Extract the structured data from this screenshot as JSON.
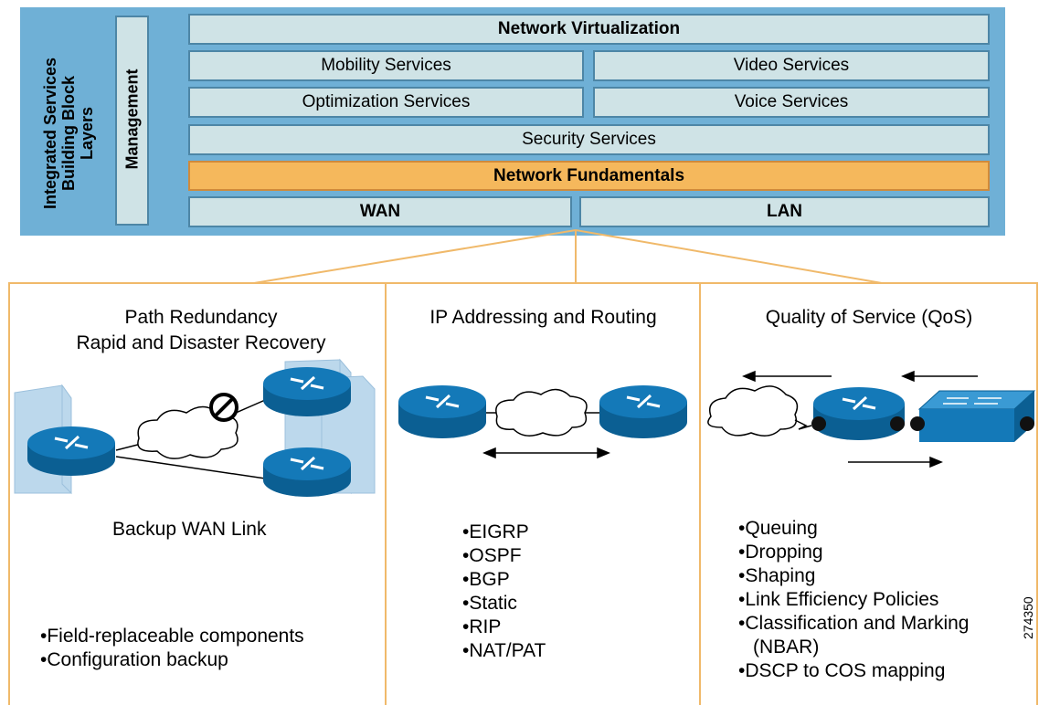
{
  "stack": {
    "side_title_lines": [
      "Integrated Services",
      "Building Block",
      "Layers"
    ],
    "management": "Management",
    "network_virtualization": "Network Virtualization",
    "mobility": "Mobility Services",
    "video": "Video Services",
    "optimization": "Optimization  Services",
    "voice": "Voice Services",
    "security": "Security Services",
    "fundamentals": "Network Fundamentals",
    "wan": "WAN",
    "lan": "LAN"
  },
  "panels": {
    "path": {
      "title_line1": "Path Redundancy",
      "title_line2": "Rapid and Disaster Recovery",
      "caption": "Backup WAN Link",
      "bullets": [
        "Field-replaceable components",
        "Configuration backup"
      ]
    },
    "ip": {
      "title": "IP Addressing and Routing",
      "bullets": [
        "EIGRP",
        "OSPF",
        "BGP",
        "Static",
        "RIP",
        "NAT/PAT"
      ]
    },
    "qos": {
      "title": "Quality of Service (QoS)",
      "bullets": [
        "Queuing",
        "Dropping",
        "Shaping",
        "Link Efficiency Policies",
        "Classification and Marking"
      ],
      "bullet_continuation": "(NBAR)",
      "bullet_last": "DSCP to COS mapping"
    }
  },
  "figure_id": "274350",
  "colors": {
    "stack_background": "#6fb0d6",
    "layer_fill": "#cfe3e6",
    "layer_border": "#4d86a6",
    "fundamentals_fill": "#f5b85c",
    "connector_lines": "#f0b96a",
    "router_fill": "#1479b8",
    "building_fill": "#bcd8ec"
  },
  "icons": [
    "router-icon",
    "cloud-icon",
    "no-entry-icon",
    "building-icon",
    "switch-icon",
    "arrow-icon",
    "interface-dot-icon"
  ]
}
